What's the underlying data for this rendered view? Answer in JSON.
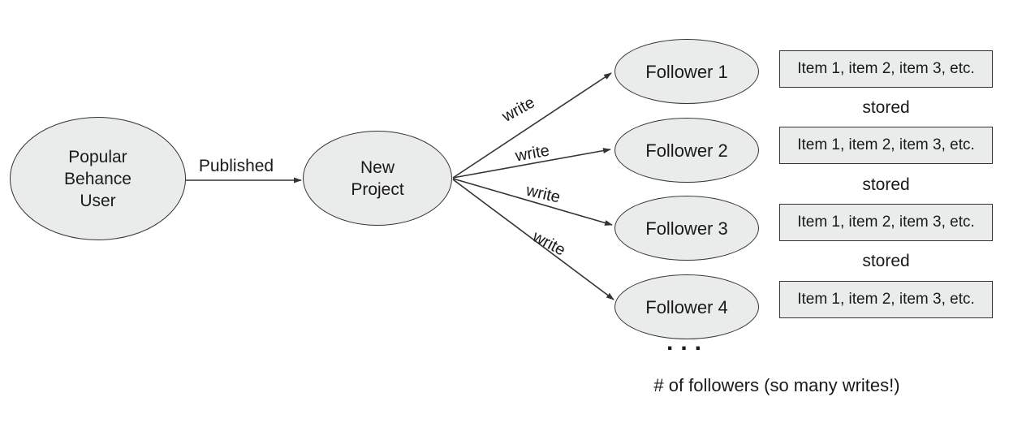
{
  "colors": {
    "background": "#ffffff",
    "shape_fill": "#e9eceb",
    "shape_stroke": "#333333",
    "arrow": "#333333",
    "text": "#1a1a1a"
  },
  "nodes": {
    "user": {
      "lines": [
        "Popular",
        "Behance",
        "User"
      ]
    },
    "project": {
      "lines": [
        "New",
        "Project"
      ]
    },
    "followers": [
      {
        "label": "Follower 1"
      },
      {
        "label": "Follower 2"
      },
      {
        "label": "Follower 3"
      },
      {
        "label": "Follower 4"
      }
    ]
  },
  "edges": {
    "published_label": "Published",
    "write_label": "write"
  },
  "storage": {
    "item_box_label": "Item 1, item 2, item 3, etc.",
    "stored_label": "stored"
  },
  "ellipsis_label": "...",
  "caption": "# of followers (so many writes!)"
}
